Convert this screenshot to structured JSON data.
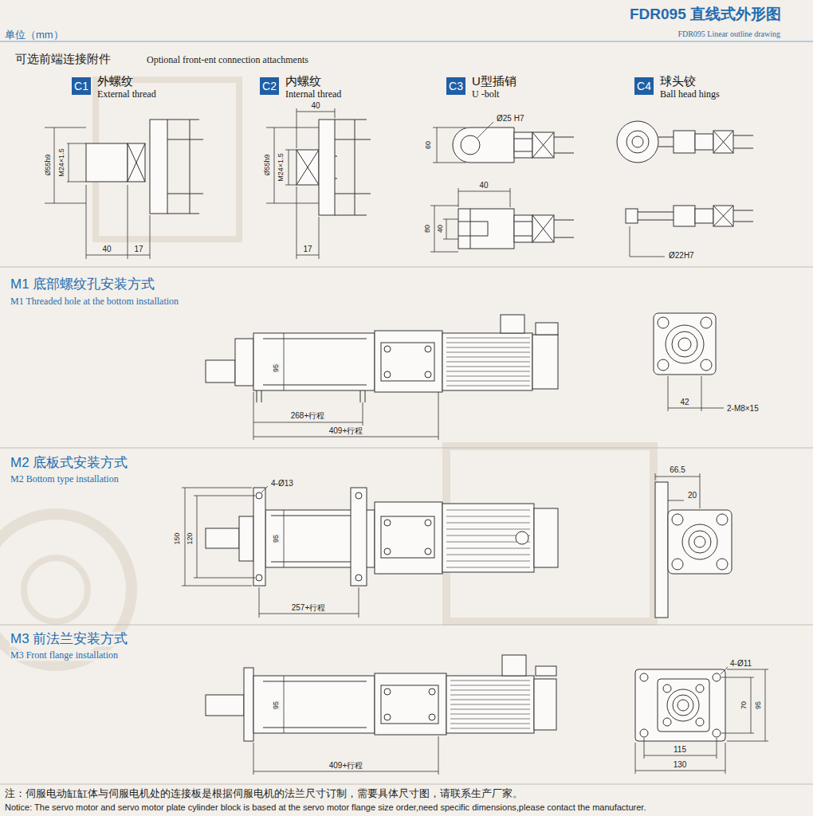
{
  "diagram": {
    "title": "FDR095 直线式外形图",
    "nodes": [
      {
        "text": [
          "C1",
          "外螺纹",
          "External thread"
        ]
      },
      {
        "text": [
          "C2",
          "内螺纹",
          "Internal thread"
        ]
      },
      {
        "text": [
          "C3",
          "U型插销",
          "U -bolt"
        ]
      },
      {
        "text": [
          "C4",
          "球头铰",
          "Ball head hings"
        ]
      }
    ],
    "labels": [
      "单位（mm）",
      "FDR095 Linear outline drawing",
      "可选前端连接附件",
      "Optional front-ent connection attachments",
      "Ø55h9",
      "M24×1.5",
      "40",
      "17",
      "Ø55h9",
      "M24×1.5",
      "40",
      "17",
      "60",
      "Ø25 H7",
      "40",
      "80",
      "40",
      "Ø22H7",
      "M1 底部螺纹孔安装方式",
      "M1 Threaded hole at the bottom installation",
      "95",
      "268+行程",
      "409+行程",
      "42",
      "2-M8×15",
      "M2 底板式安装方式",
      "M2 Bottom type installation",
      "4-Ø13",
      "150",
      "120",
      "95",
      "257+行程",
      "66.5",
      "20",
      "M3 前法兰安装方式",
      "M3 Front flange installation",
      "95",
      "409+行程",
      "4-Ø11",
      "70",
      "95",
      "115",
      "130",
      "注：伺服电动缸缸体与伺服电机处的连接板是根据伺服电机的法兰尺寸订制，需要具体尺寸图，请联系生产厂家。",
      "Notice: The servo motor and servo motor plate cylinder block is based at the servo motor flange size order,need specific dimensions,please contact the manufacturer."
    ]
  }
}
